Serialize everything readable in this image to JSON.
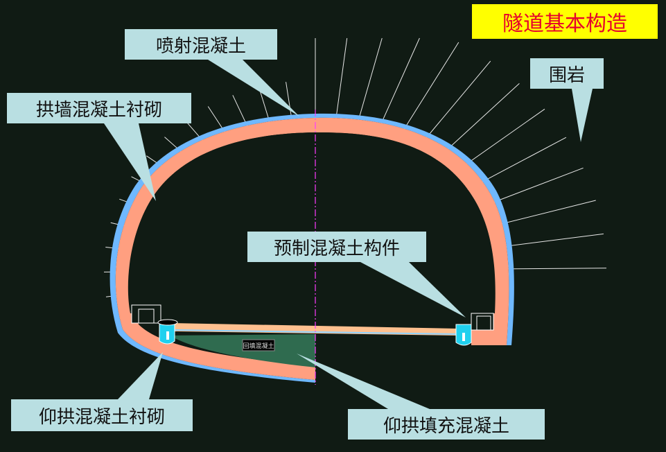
{
  "title": "隧道基本构造",
  "labels": {
    "shotcrete": "喷射混凝土",
    "surrounding_rock": "围岩",
    "arch_wall_lining": "拱墙混凝土衬砌",
    "precast_member": "预制混凝土构件",
    "invert_lining": "仰拱混凝土衬砌",
    "invert_fill": "仰拱填充混凝土",
    "fill_tag": "回填混凝土"
  },
  "colors": {
    "background": "#101b14",
    "lining": "#ff9f80",
    "shotcrete": "#6fb8ff",
    "invert_fill": "#2f6b4f",
    "callout": "#b9dfe2",
    "title_bg": "#ffff00",
    "title_text": "#e6002d",
    "rock_bolt": "#e8e8e8",
    "centerline": "#ff3cff"
  }
}
